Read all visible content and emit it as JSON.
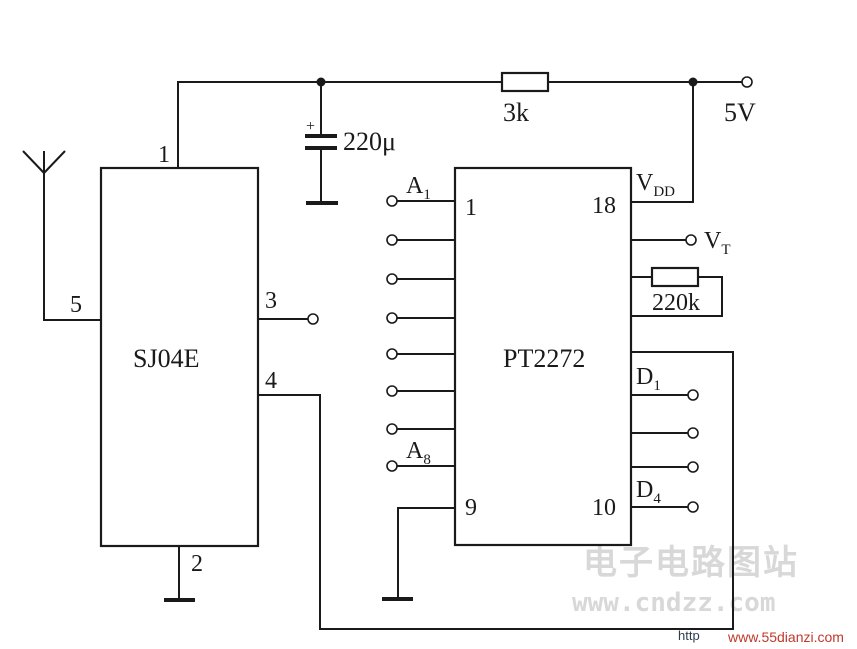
{
  "components": {
    "receiver": {
      "name": "SJ04E",
      "pins": {
        "p1": "1",
        "p2": "2",
        "p3": "3",
        "p4": "4",
        "p5": "5"
      }
    },
    "decoder": {
      "name": "PT2272",
      "pins": {
        "p1": "1",
        "p9": "9",
        "p10": "10",
        "p18": "18"
      },
      "labels": {
        "a1_main": "A",
        "a1_sub": "1",
        "a8_main": "A",
        "a8_sub": "8",
        "vdd_main": "V",
        "vdd_sub": "DD",
        "vt_main": "V",
        "vt_sub": "T",
        "d1_main": "D",
        "d1_sub": "1",
        "d4_main": "D",
        "d4_sub": "4"
      }
    },
    "capacitor": {
      "value": "220μ",
      "polarity": "+"
    },
    "resistor_supply": {
      "value": "3k"
    },
    "resistor_osc": {
      "value": "220k"
    },
    "supply": {
      "value": "5V"
    }
  },
  "watermark": {
    "site_cn": "电子电路图站",
    "site_url": "www.cndzz.com",
    "corner_http": "http",
    "corner_url": "www.55dianzi.com"
  },
  "colors": {
    "ink": "#1a1a1a",
    "watermark": "#d8d8d8",
    "corner_url": "#c0392b"
  }
}
